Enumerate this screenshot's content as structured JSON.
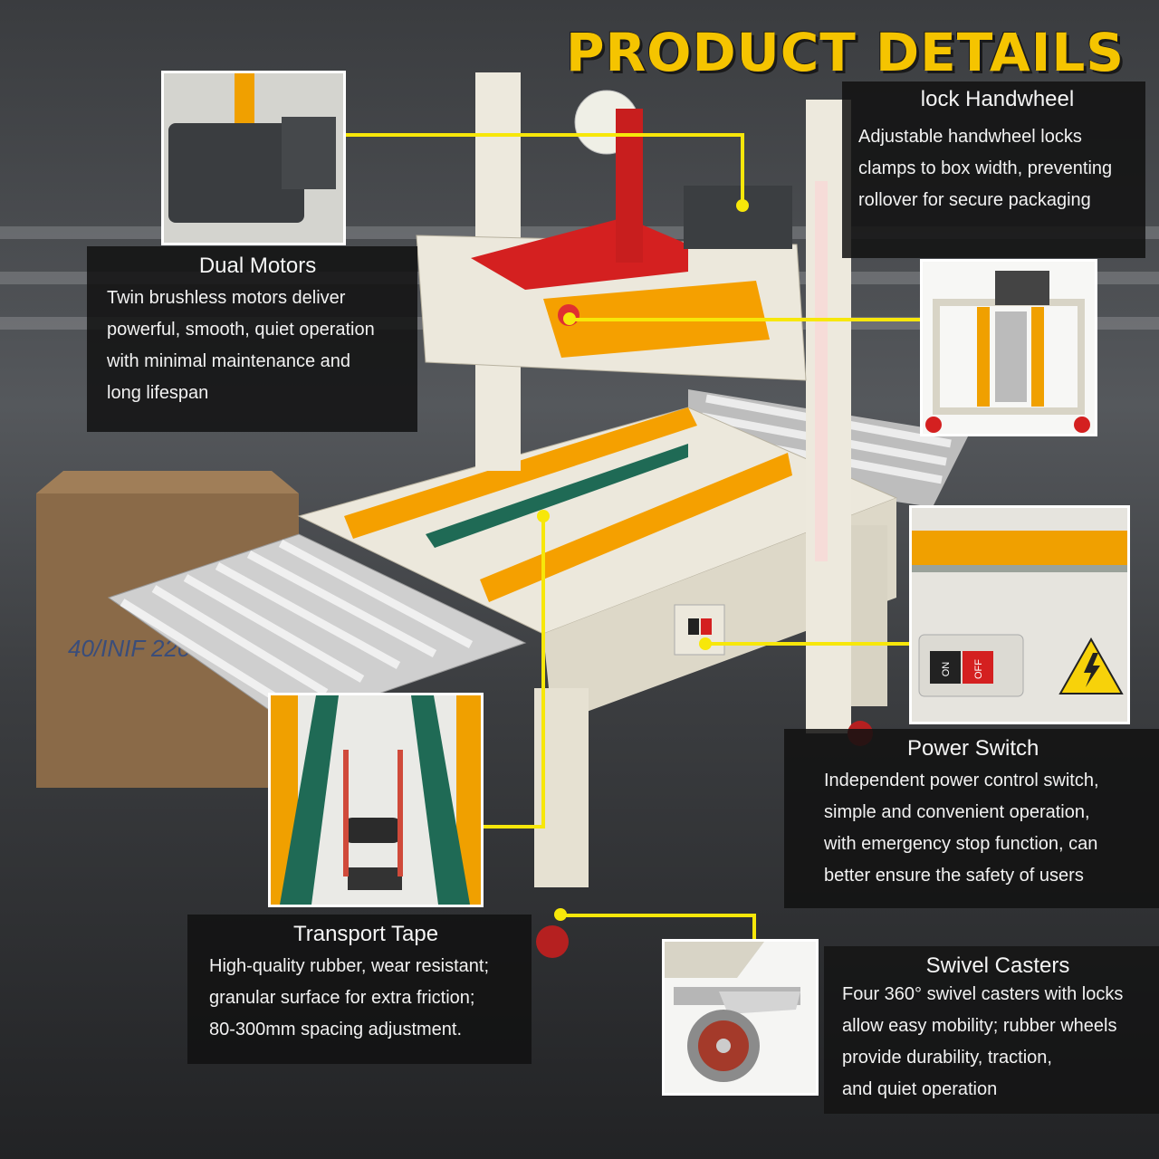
{
  "title": "PRODUCT DETAILS",
  "features": {
    "handwheel": {
      "heading": "lock Handwheel",
      "lines": [
        "Adjustable handwheel locks",
        "clamps to box width, preventing",
        "rollover for secure packaging"
      ]
    },
    "motors": {
      "heading": "Dual Motors",
      "lines": [
        "Twin brushless motors deliver",
        "powerful, smooth, quiet operation",
        "with minimal maintenance and",
        "long lifespan"
      ]
    },
    "power": {
      "heading": "Power Switch",
      "lines": [
        "Independent power control switch,",
        "simple and convenient operation,",
        "with emergency stop function, can",
        "better ensure the safety of users"
      ]
    },
    "tape": {
      "heading": "Transport Tape",
      "lines": [
        "High-quality rubber, wear resistant;",
        "granular surface for extra friction;",
        "80-300mm spacing adjustment."
      ]
    },
    "casters": {
      "heading": "Swivel Casters",
      "lines": [
        "Four 360°   swivel casters with locks",
        "allow easy mobility; rubber wheels",
        "provide durability, traction,",
        "and quiet operation"
      ]
    }
  },
  "switch_labels": {
    "on": "ON",
    "off": "OFF"
  },
  "box_text": "40/INIF 220",
  "colors": {
    "accent": "#f5c400",
    "callout_line": "#f7e70a",
    "panel": "#121212",
    "orange": "#f5a000",
    "red": "#d42020"
  }
}
